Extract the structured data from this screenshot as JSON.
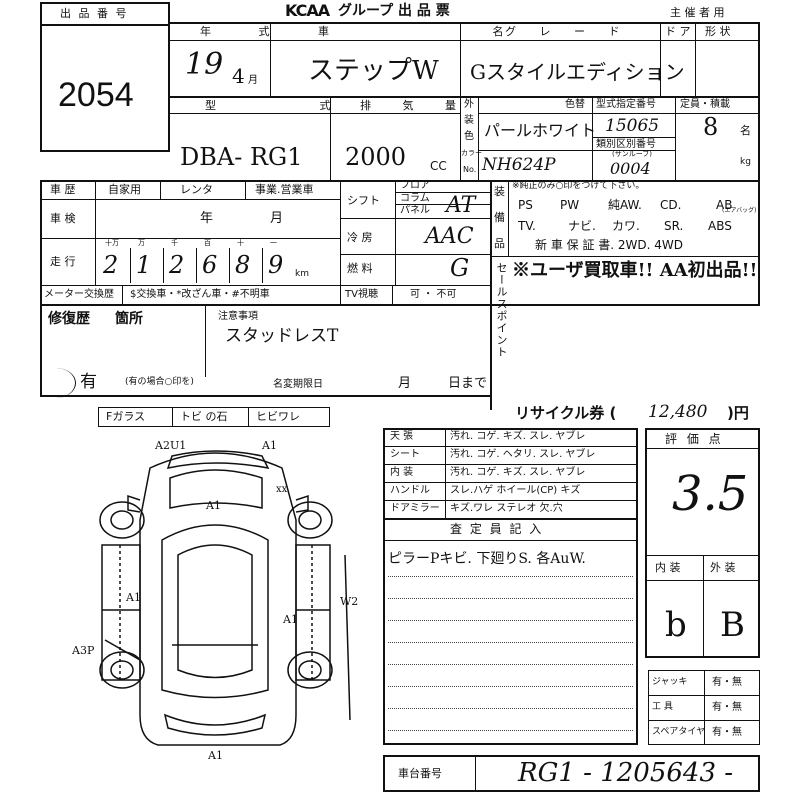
{
  "header": {
    "lot_label": "出 品 番 号",
    "lot_number": "2054",
    "brand": "KCAA",
    "title": "グループ 出 品 票",
    "organizer": "主 催 者 用"
  },
  "vehicle": {
    "year_label": "年 式",
    "year": "19",
    "month": "4",
    "month_unit": "月",
    "name_label": "車 名",
    "name": "ステップW",
    "grade_label": "グ レ ー ド",
    "grade": "Gスタイルエディション",
    "doors_label": "ド ア",
    "shape_label": "形 状",
    "model_label": "型 式",
    "model": "DBA- RG1",
    "displacement_label": "排 気 量",
    "displacement": "2000",
    "cc": "CC",
    "exterior_label_1": "外",
    "exterior_label_2": "装",
    "exterior_label_3": "色",
    "exterior_label_4": "カラー",
    "exterior_label_5": "No.",
    "color_label": "色替",
    "color": "パールホワイト",
    "color_code": "NH624P",
    "type_spec_label": "型式指定番号",
    "type_spec": "15065",
    "class_label": "類別区別番号",
    "sunroof_label": "(サンルーフ)",
    "class_number": "0004",
    "capacity_label": "定員・積載",
    "capacity": "8",
    "capacity_unit": "名",
    "kg": "kg"
  },
  "history": {
    "label": "車 歴",
    "options": [
      "自家用",
      "レンタ",
      "事業.営業車"
    ],
    "inspection_label": "車 検",
    "year_unit": "年",
    "month_unit": "月",
    "mileage_label": "走 行",
    "digit_labels": [
      "十万",
      "万",
      "千",
      "百",
      "十",
      "一"
    ],
    "mileage_digits": [
      "2",
      "1",
      "2",
      "6",
      "8",
      "9"
    ],
    "km": "km",
    "meter_label": "メーター交換歴",
    "meter_options": "$交換車・*改ざん車・#不明車",
    "tv_label": "TV視聴",
    "tv_options": "可 ・ 不可"
  },
  "drive": {
    "shift_label": "シフト",
    "floor": "フロア",
    "column": "コラム",
    "panel": "パネル",
    "shift_value": "AT",
    "cooling_label": "冷 房",
    "cooling_value": "AAC",
    "fuel_label": "燃 料",
    "fuel_value": "G"
  },
  "equipment": {
    "label_1": "装",
    "label_2": "備",
    "label_3": "品",
    "note": "※純正のみ○印をつけて下さい。",
    "row1": [
      "PS",
      "PW",
      "純AW.",
      "CD.",
      "AB"
    ],
    "airbag_note": "(エアバッグ)",
    "row2": [
      "TV.",
      "ナビ.",
      "カワ.",
      "SR.",
      "ABS"
    ],
    "row3": "新 車 保 証 書.  2WD.  4WD"
  },
  "sales_point": {
    "label": "セールスポイント",
    "text": "※ユーザ買取車!! AA初出品!!"
  },
  "repair": {
    "label": "修復歴",
    "section_label": "箇所",
    "value": "有",
    "note": "(有の場合○印を)",
    "notice_label": "注意事項",
    "notice": "スタッドレスT",
    "deadline_label": "名変期限日",
    "month_unit": "月",
    "day_unit": "日まで"
  },
  "glass": {
    "items": [
      "Fガラス",
      "トビ の石",
      "ヒビワレ"
    ]
  },
  "recycle": {
    "label": "リサイクル券 (",
    "value": "12,480",
    "unit": ")円"
  },
  "condition": {
    "rows": [
      {
        "label": "天 張",
        "options": "汚れ.  コゲ.  キズ.  スレ.  ヤブレ"
      },
      {
        "label": "シート",
        "options": "汚れ.  コゲ.  ヘタリ.  スレ.  ヤブレ"
      },
      {
        "label": "内 装",
        "options": "汚れ.  コゲ.  キズ.  スレ.  ヤブレ"
      },
      {
        "label": "ハンドル",
        "options": "スレ.ハゲ   ホイール(CP)      キズ"
      },
      {
        "label": "ドアミラー",
        "options": "キズ.ワレ        ステレオ       欠.穴"
      }
    ]
  },
  "inspector": {
    "label": "査 定 員 記 入",
    "text": "ピラーPキビ. 下廻りS. 各AuW."
  },
  "rating": {
    "label": "評 価 点",
    "score": "3.5",
    "interior_label": "内 装",
    "exterior_label": "外 装",
    "interior": "b",
    "exterior": "B",
    "tools": [
      {
        "label": "ジャッキ",
        "value": "有・無"
      },
      {
        "label": "工 具",
        "value": "有・無"
      },
      {
        "label": "スペアタイヤ",
        "value": "有・無"
      }
    ]
  },
  "chassis": {
    "label": "車台番号",
    "value": "RG1 - 1205643 -"
  },
  "diagram_marks": {
    "top_left": "A2U1",
    "top_right": "A1",
    "roof_front": "A1",
    "roof_xx": "xx",
    "left_side": "A1",
    "right_side": "A1",
    "left_rear": "A3P",
    "rear": "A1",
    "side_note": "W2"
  }
}
